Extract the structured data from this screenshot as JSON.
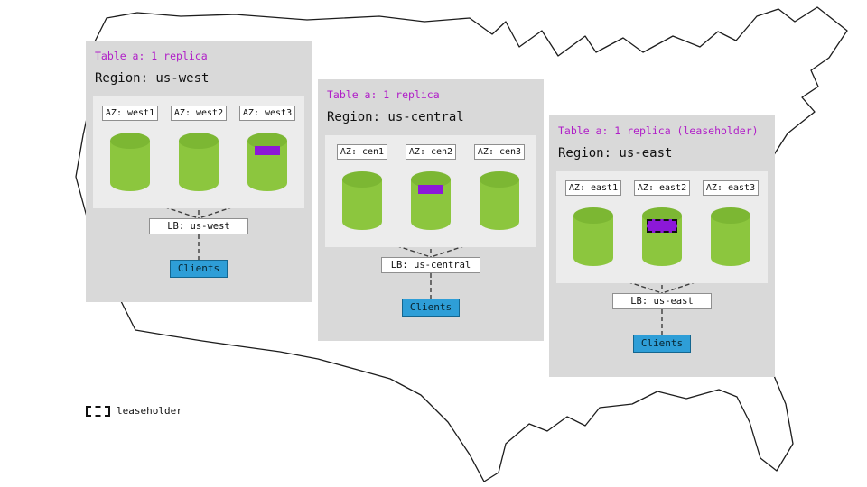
{
  "colors": {
    "panel": "#d9d9d9",
    "panel_inner": "#ececec",
    "title": "#b01ec8",
    "replica": "#8c18d8",
    "cylinder": "#8cc63e",
    "cylinder_top": "#7cb733",
    "clients": "#2e9ed7",
    "line": "#3c3c3c"
  },
  "legend": {
    "label": "leaseholder"
  },
  "regions": [
    {
      "table_label": "Table a: 1 replica",
      "region_label": "Region: us-west",
      "azs": [
        {
          "label": "AZ: west1",
          "has_replica": false,
          "is_leaseholder": false
        },
        {
          "label": "AZ: west2",
          "has_replica": false,
          "is_leaseholder": false
        },
        {
          "label": "AZ: west3",
          "has_replica": true,
          "is_leaseholder": false
        }
      ],
      "lb_label": "LB: us-west",
      "clients_label": "Clients"
    },
    {
      "table_label": "Table a: 1 replica",
      "region_label": "Region: us-central",
      "azs": [
        {
          "label": "AZ: cen1",
          "has_replica": false,
          "is_leaseholder": false
        },
        {
          "label": "AZ: cen2",
          "has_replica": true,
          "is_leaseholder": false
        },
        {
          "label": "AZ: cen3",
          "has_replica": false,
          "is_leaseholder": false
        }
      ],
      "lb_label": "LB: us-central",
      "clients_label": "Clients"
    },
    {
      "table_label": "Table a: 1 replica (leaseholder)",
      "region_label": "Region: us-east",
      "azs": [
        {
          "label": "AZ: east1",
          "has_replica": false,
          "is_leaseholder": false
        },
        {
          "label": "AZ: east2",
          "has_replica": true,
          "is_leaseholder": true
        },
        {
          "label": "AZ: east3",
          "has_replica": false,
          "is_leaseholder": false
        }
      ],
      "lb_label": "LB: us-east",
      "clients_label": "Clients"
    }
  ]
}
